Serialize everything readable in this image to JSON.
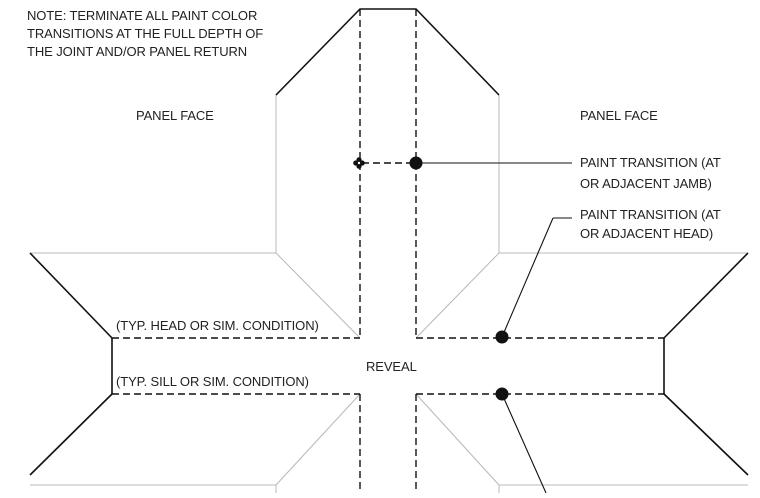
{
  "note": [
    "NOTE: TERMINATE ALL PAINT COLOR",
    "TRANSITIONS AT THE FULL DEPTH OF",
    "THE JOINT AND/OR PANEL RETURN"
  ],
  "labels": {
    "panel_face_left": "PANEL FACE",
    "panel_face_right": "PANEL FACE",
    "reveal": "REVEAL",
    "typ_head": "(TYP. HEAD OR SIM. CONDITION)",
    "typ_sill": "(TYP. SILL OR SIM. CONDITION)"
  },
  "callouts": {
    "jamb": [
      "PAINT TRANSITION (AT",
      "OR ADJACENT JAMB)"
    ],
    "head": [
      "PAINT TRANSITION (AT",
      "OR ADJACENT HEAD)"
    ]
  },
  "colors": {
    "line": "#111111",
    "thin_line": "#b8b8b8",
    "text": "#222222"
  }
}
